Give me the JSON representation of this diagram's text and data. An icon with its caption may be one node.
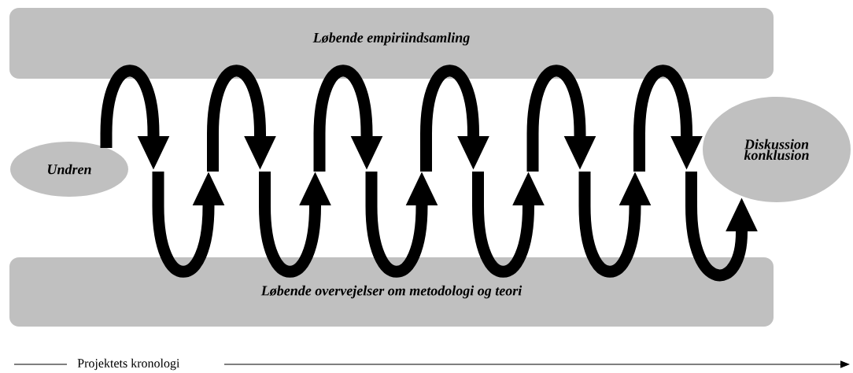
{
  "diagram": {
    "nodes": [
      {
        "text": [
          "Løbende empiriindsamling"
        ]
      },
      {
        "text": [
          "Undren"
        ]
      },
      {
        "text": [
          "Diskussion konklusion"
        ]
      },
      {
        "text": [
          "Løbende overvejelser om metodologi og teori"
        ]
      }
    ],
    "labels": [
      "Projektets kronologi"
    ]
  }
}
